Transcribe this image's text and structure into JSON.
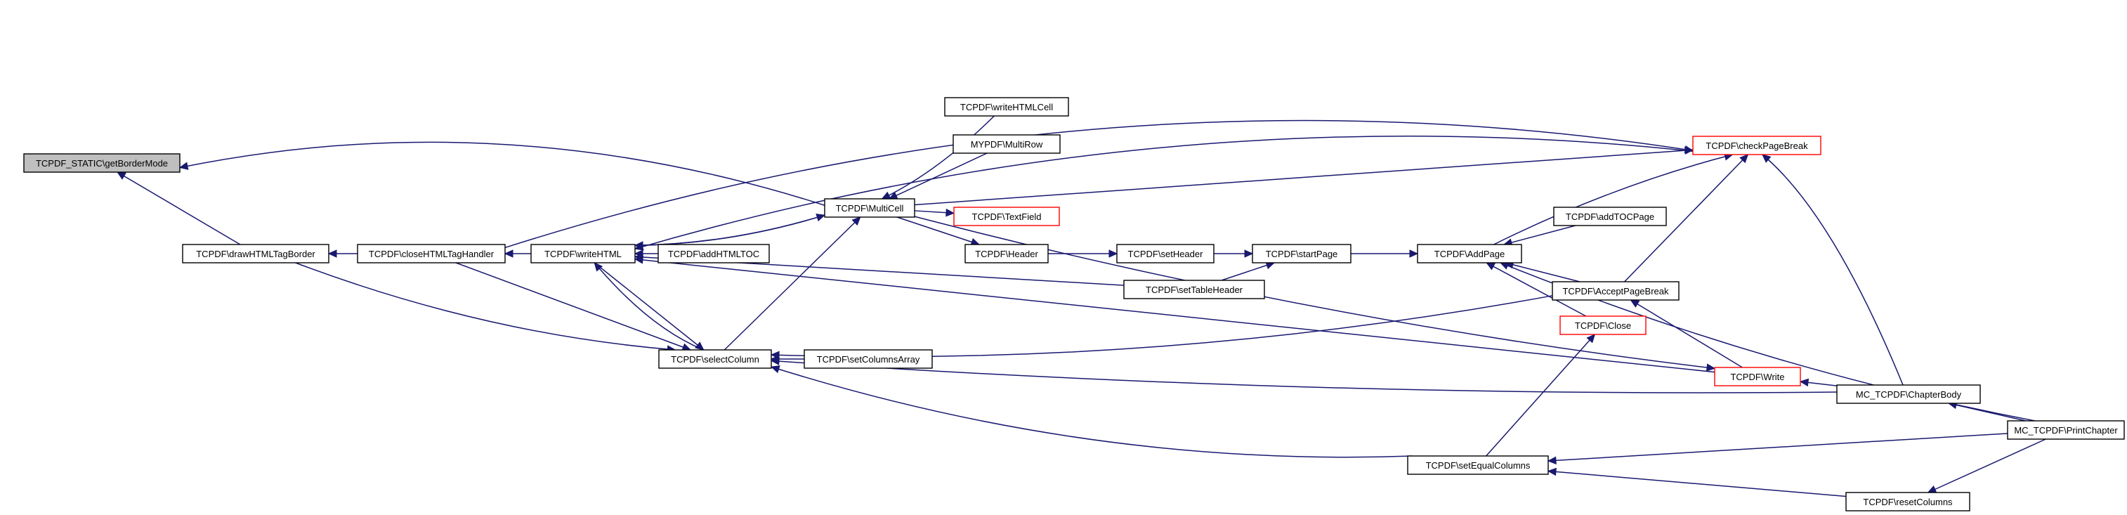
{
  "colors": {
    "edge": "#191970",
    "root_fill": "#bfbfbf",
    "red_border": "#ff0000",
    "border": "#000000"
  },
  "nodes": {
    "getBorderMode": "TCPDF_STATIC\\getBorderMode",
    "drawHTMLTagBorder": "TCPDF\\drawHTMLTagBorder",
    "closeHTMLTagHandler": "TCPDF\\closeHTMLTagHandler",
    "writeHTML": "TCPDF\\writeHTML",
    "addHTMLTOC": "TCPDF\\addHTMLTOC",
    "selectColumn": "TCPDF\\selectColumn",
    "setColumnsArray": "TCPDF\\setColumnsArray",
    "MultiCell": "TCPDF\\MultiCell",
    "writeHTMLCell": "TCPDF\\writeHTMLCell",
    "MultiRow": "MYPDF\\MultiRow",
    "TextField": "TCPDF\\TextField",
    "Header": "TCPDF\\Header",
    "setHeader": "TCPDF\\setHeader",
    "startPage": "TCPDF\\startPage",
    "setTableHeader": "TCPDF\\setTableHeader",
    "AddPage": "TCPDF\\AddPage",
    "addTOCPage": "TCPDF\\addTOCPage",
    "AcceptPageBreak": "TCPDF\\AcceptPageBreak",
    "Close": "TCPDF\\Close",
    "checkPageBreak": "TCPDF\\checkPageBreak",
    "Write": "TCPDF\\Write",
    "ChapterBody": "MC_TCPDF\\ChapterBody",
    "PrintChapter": "MC_TCPDF\\PrintChapter",
    "setEqualColumns": "TCPDF\\setEqualColumns",
    "resetColumns": "TCPDF\\resetColumns"
  }
}
